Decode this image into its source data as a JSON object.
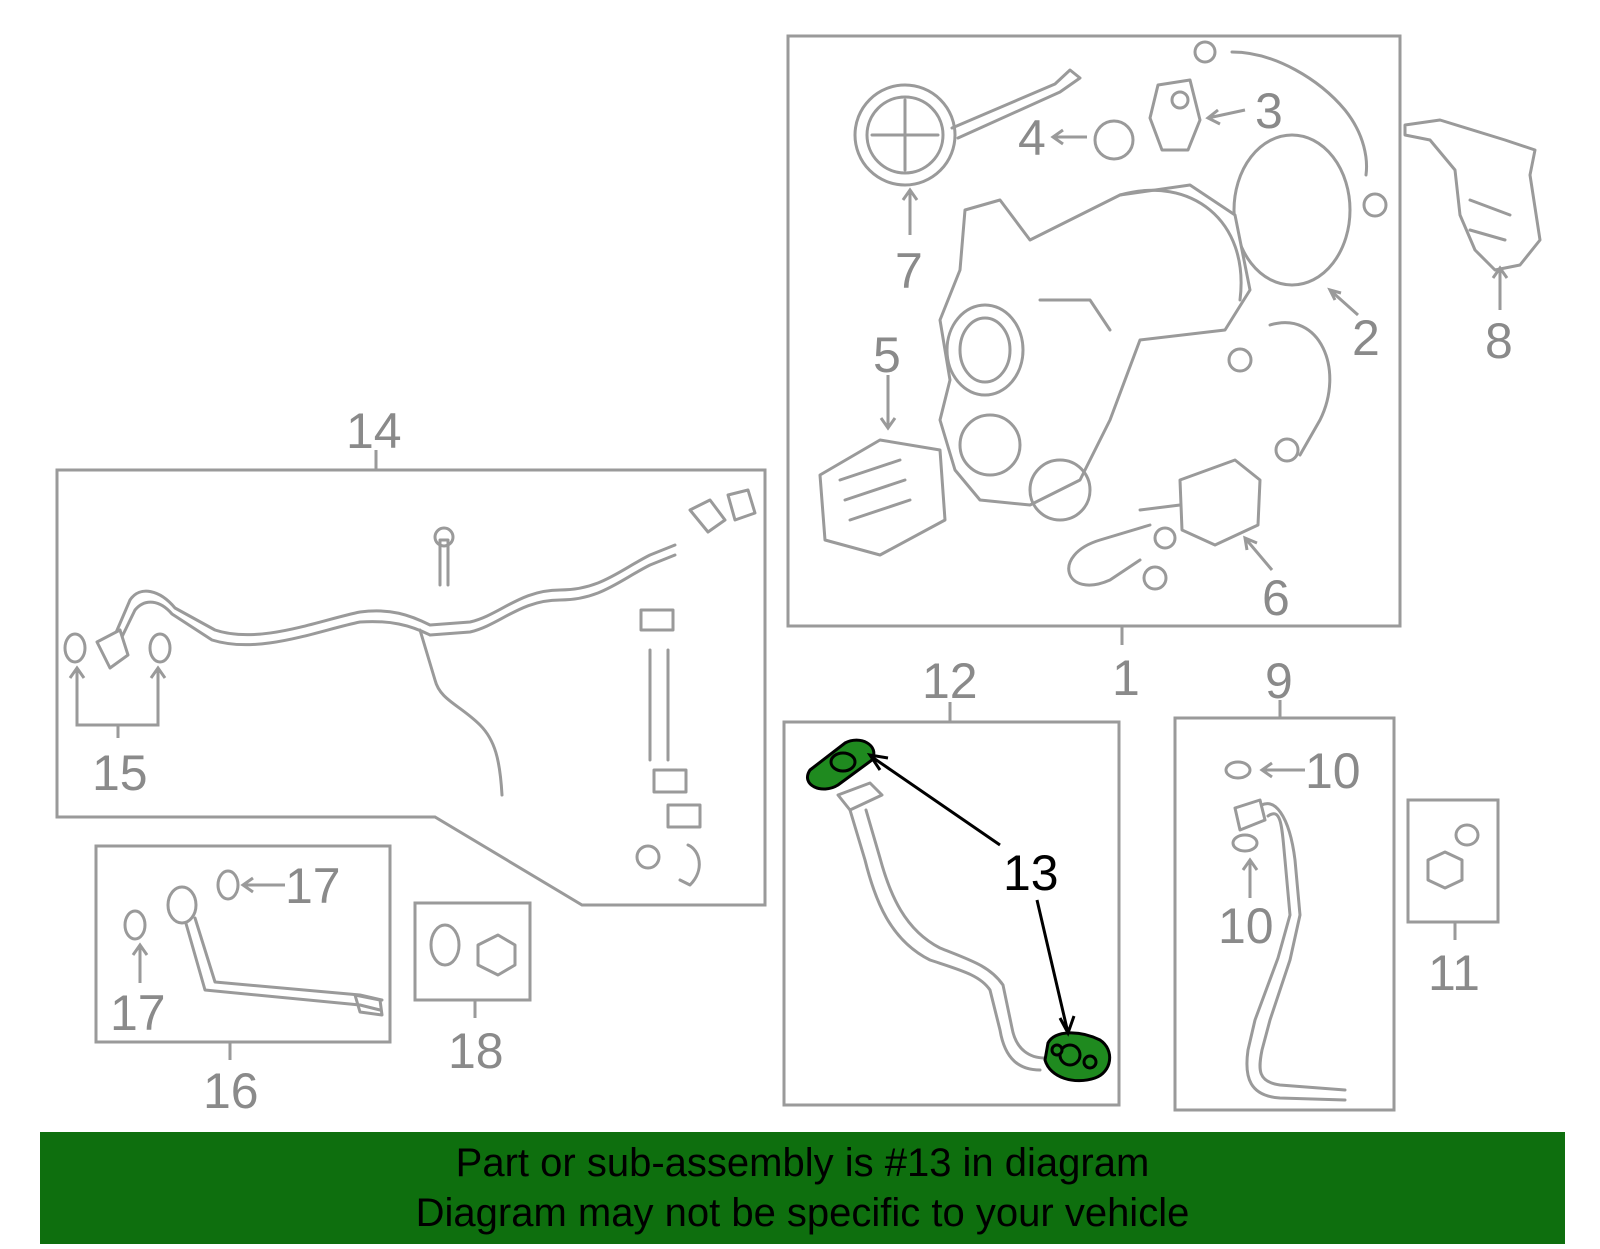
{
  "colors": {
    "line_art": "#9a9a9a",
    "highlight_fill": "#1f8a1f",
    "banner_background": "#0e6f0e",
    "banner_text": "#000000"
  },
  "callouts": {
    "c1": "1",
    "c2": "2",
    "c3": "3",
    "c4": "4",
    "c5": "5",
    "c6": "6",
    "c7": "7",
    "c8": "8",
    "c9": "9",
    "c10a": "10",
    "c10b": "10",
    "c11": "11",
    "c12": "12",
    "c13": "13",
    "c14": "14",
    "c15": "15",
    "c16": "16",
    "c17a": "17",
    "c17b": "17",
    "c18": "18"
  },
  "highlighted_part": "13",
  "banner": {
    "line1": "Part or sub-assembly is #13 in diagram",
    "line2": "Diagram may not be specific to your vehicle"
  }
}
